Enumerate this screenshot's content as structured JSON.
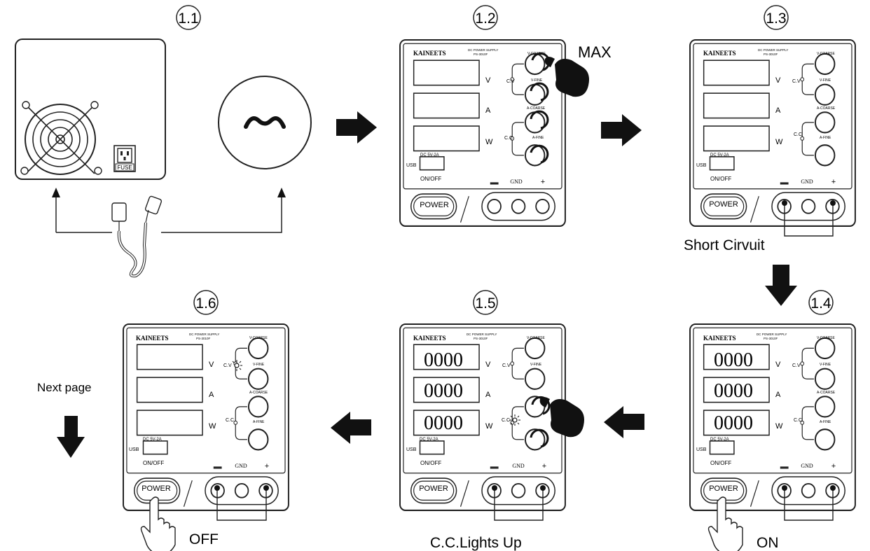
{
  "steps": [
    {
      "id": "1.1"
    },
    {
      "id": "1.2",
      "hand_label": "MAX",
      "displays": [
        "",
        "",
        ""
      ]
    },
    {
      "id": "1.3",
      "caption": "Short Cirvuit",
      "displays": [
        "",
        "",
        ""
      ]
    },
    {
      "id": "1.4",
      "caption": "ON",
      "displays": [
        "0000",
        "0000",
        "0000"
      ]
    },
    {
      "id": "1.5",
      "caption": "C.C.Lights Up",
      "displays": [
        "0000",
        "0000",
        "0000"
      ]
    },
    {
      "id": "1.6",
      "caption": "OFF",
      "displays": [
        "",
        "",
        ""
      ]
    }
  ],
  "ac_symbol": "~",
  "fuse_label": "FUSE",
  "next_page_label": "Next page",
  "panel": {
    "brand": "KAINEETS",
    "model_line1": "DC POWER SUPPLY",
    "model_line2": "PS-3010F",
    "unit_v": "V",
    "unit_a": "A",
    "unit_w": "W",
    "cv_label": "C.V",
    "cc_label": "C.C",
    "knob_v_coarse": "V-COARSE",
    "knob_v_fine": "V-FINE",
    "knob_a_coarse": "A-COARSE",
    "knob_a_fine": "A-FINE",
    "usb_spec": "DC 5V-2A",
    "usb_label": "USB",
    "onoff_label": "ON/OFF",
    "power_label": "POWER",
    "minus_label": "−",
    "gnd_label": "GND",
    "plus_label": "+"
  }
}
